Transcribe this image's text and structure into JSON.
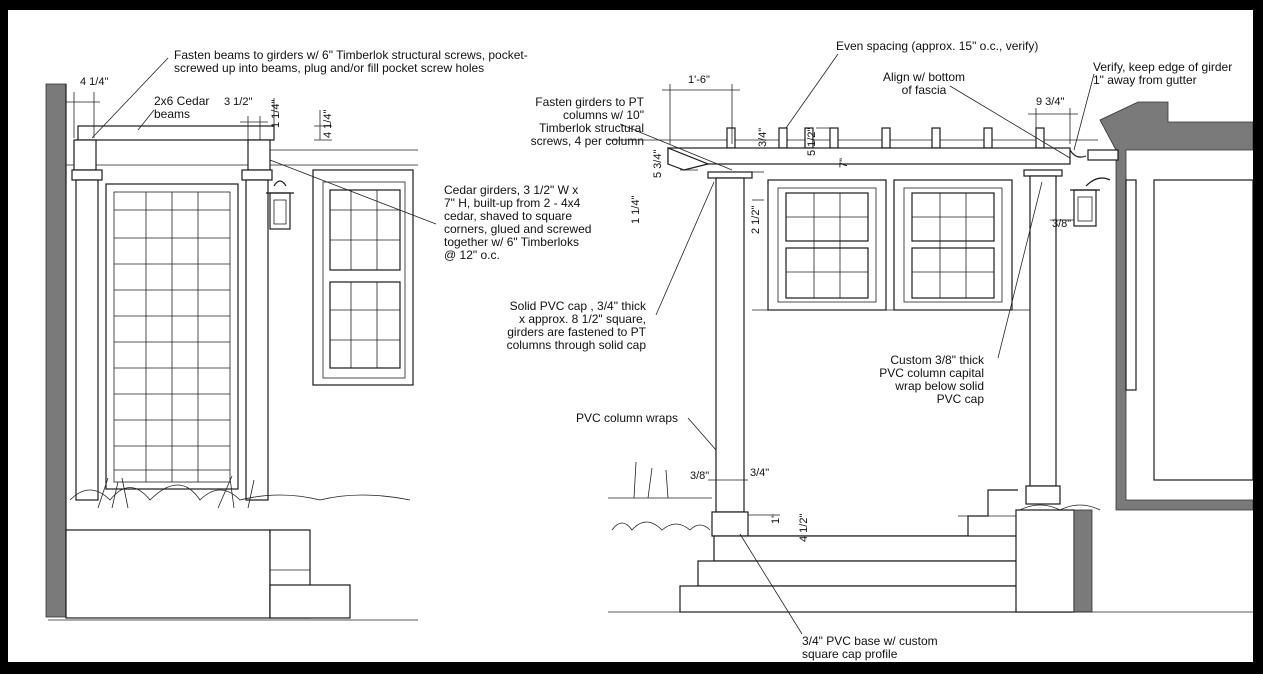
{
  "notes": {
    "fasten_beams": "Fasten beams to girders w/ 6\" Timberlok structural screws, pocket-\nscrewed up into beams, plug and/or fill pocket screw holes",
    "cedar_beams": "2x6 Cedar\nbeams",
    "cedar_girders": "Cedar girders, 3 1/2\" W x\n7\" H, built-up from 2 - 4x4\ncedar, shaved to square\ncorners, glued and screwed\ntogether w/ 6\" Timberloks\n@ 12\" o.c.",
    "fasten_girders": "Fasten girders to PT\ncolumns w/ 10\"\nTimberlok structural\nscrews, 4 per column",
    "solid_pvc_cap": "Solid PVC cap , 3/4\" thick\nx approx. 8 1/2\" square,\ngirders are fastened to PT\ncolumns through solid cap",
    "pvc_column_wraps": "PVC column wraps",
    "even_spacing": "Even spacing (approx. 15\" o.c., verify)",
    "align_fascia": "Align w/ bottom\nof fascia",
    "verify_girder": "Verify, keep edge of girder\n1\" away from gutter",
    "custom_capital": "Custom 3/8\" thick\nPVC column capital\nwrap below solid\nPVC cap",
    "pvc_base": "3/4\" PVC base w/ custom\nsquare cap profile"
  },
  "dimensions": {
    "d_4_1_4_left": "4 1/4\"",
    "d_3_1_2": "3 1/2\"",
    "d_1_1_4_top": "1 1/4\"",
    "d_4_1_4_right": "4 1/4\"",
    "d_1_6": "1'-6\"",
    "d_3_4_top": "3/4\"",
    "d_5_1_2": "5 1/2\"",
    "d_7": "7\"",
    "d_5_3_4": "5 3/4\"",
    "d_1_1_4_side": "1 1/4\"",
    "d_2_1_2": "2 1/2\"",
    "d_9_3_4": "9 3/4\"",
    "d_3_8_right": "3/8\"",
    "d_3_8_base": "3/8\"",
    "d_3_4_base": "3/4\"",
    "d_1": "1\"",
    "d_4_1_2": "4 1/2\""
  }
}
